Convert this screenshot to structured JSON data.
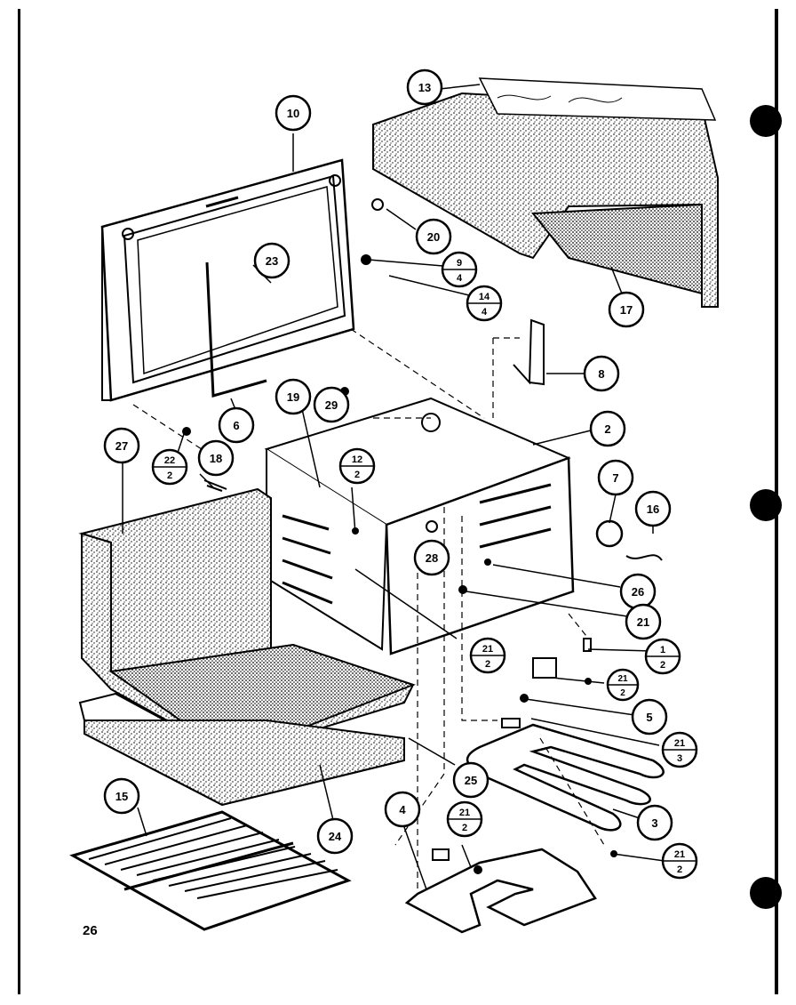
{
  "page_number": "26",
  "callouts": {
    "c1": {
      "num": "1",
      "den": "2"
    },
    "c2": "2",
    "c3": "3",
    "c4": "4",
    "c5": "5",
    "c6": "6",
    "c7": "7",
    "c8": "8",
    "c9": {
      "num": "9",
      "den": "4"
    },
    "c10": "10",
    "c12": {
      "num": "12",
      "den": "2"
    },
    "c13": "13",
    "c14": {
      "num": "14",
      "den": "4"
    },
    "c15": "15",
    "c16": "16",
    "c17": "17",
    "c18": "18",
    "c19": "19",
    "c20": "20",
    "c21_right": "21",
    "c21_small_a": {
      "num": "21",
      "den": "2"
    },
    "c21_small_b": {
      "num": "21",
      "den": "3"
    },
    "c21_small_c": {
      "num": "21",
      "den": "2"
    },
    "c21_small_d": {
      "num": "21",
      "den": "2"
    },
    "c21_center": {
      "num": "21",
      "den": "2"
    },
    "c22": {
      "num": "22",
      "den": "2"
    },
    "c23": "23",
    "c24": "24",
    "c25": "25",
    "c26": "26",
    "c27": "27",
    "c28": "28",
    "c29": "29"
  }
}
